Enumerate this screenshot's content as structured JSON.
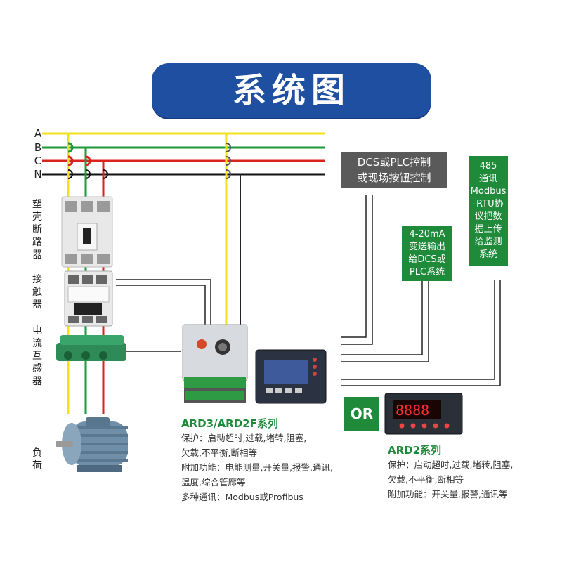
{
  "title": "系统图",
  "phases": [
    "A",
    "B",
    "C",
    "N"
  ],
  "left_labels": [
    {
      "id": "breaker",
      "chars": [
        "塑",
        "壳",
        "断",
        "路",
        "器"
      ]
    },
    {
      "id": "contactor",
      "chars": [
        "接",
        "触",
        "器"
      ]
    },
    {
      "id": "ct",
      "chars": [
        "电",
        "流",
        "互",
        "感",
        "器"
      ]
    },
    {
      "id": "load",
      "chars": [
        "负",
        "荷"
      ]
    }
  ],
  "dcs_box": {
    "line1": "DCS或PLC控制",
    "line2": "或现场按钮控制"
  },
  "analog_box": {
    "lines": [
      "4-20mA",
      "变送输出",
      "给DCS或",
      "PLC系统"
    ]
  },
  "comm_box": {
    "lines": [
      "485",
      "通讯",
      "Modbus",
      "-RTU协",
      "议把数",
      "据上传",
      "给监测",
      "系统"
    ]
  },
  "or_label": "OR",
  "ard3": {
    "title": "ARD3/ARD2F系列",
    "lines": [
      "保护：启动超时,过载,堵转,阻塞,",
      "欠载,不平衡,断相等",
      "附加功能：电能测量,开关量,报警,通讯,",
      "温度,综合管廊等",
      "多种通讯：Modbus或Profibus"
    ]
  },
  "ard2": {
    "title": "ARD2系列",
    "lines": [
      "保护：启动超时,过载,堵转,阻塞,",
      "欠载,不平衡,断相等",
      "附加功能：开关量,报警,通讯等"
    ]
  },
  "colors": {
    "phase_a": "#f2e21b",
    "phase_b": "#1e9a3a",
    "phase_c": "#d9231c",
    "phase_n": "#111111",
    "banner": "#1f4fa0",
    "green": "#1e8a3a",
    "gray": "#5a5a5a"
  },
  "icons": {
    "breaker": "molded-case-breaker-icon",
    "contactor": "contactor-icon",
    "ct": "current-transformer-icon",
    "motor": "motor-icon",
    "ard3_device": "ard3-protector-device",
    "ard3_display": "ard3-display-module",
    "ard2_device": "ard2-protector-device"
  }
}
